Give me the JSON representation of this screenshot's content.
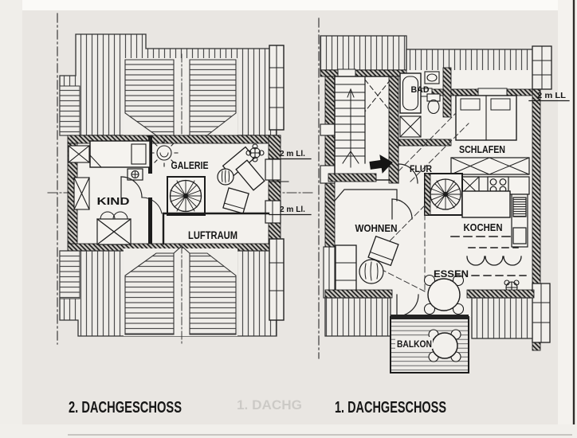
{
  "scan": {
    "paper_color": "#e9e6e2",
    "edge_line_color": "#2e2c29"
  },
  "left_plan": {
    "title": "2. DACHGESCHOSS",
    "rooms": {
      "kind": "KIND",
      "galerie": "GALERIE",
      "luftraum": "LUFTRAUM"
    },
    "height_labels": {
      "upper": "2 m Ll.",
      "lower": "2 m Ll."
    }
  },
  "right_plan": {
    "title": "1. DACHGESCHOSS",
    "rooms": {
      "bad": "BAD",
      "schlafen": "SCHLAFEN",
      "flur": "FLUR",
      "wohnen": "WOHNEN",
      "kochen": "KOCHEN",
      "essen": "ESSEN",
      "balkon": "BALKON"
    },
    "height_labels": {
      "upper": "2 m LL"
    }
  },
  "ghost_text": "1. DACHG"
}
